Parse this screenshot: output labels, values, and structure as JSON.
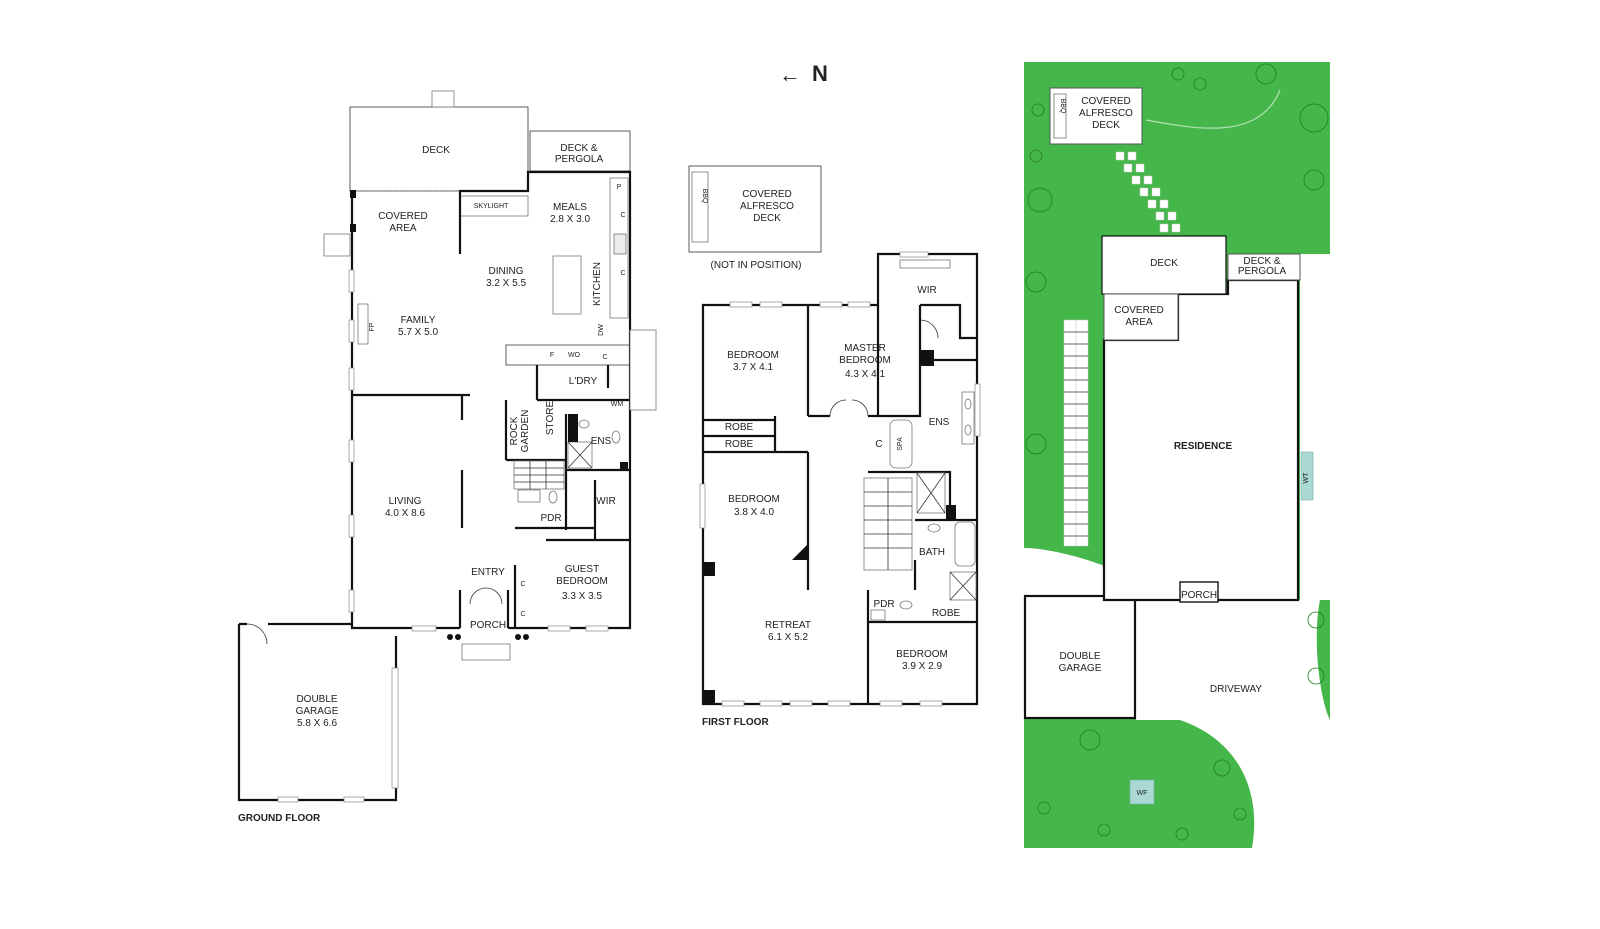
{
  "compass": {
    "arrow": "←",
    "label": "N"
  },
  "ground_floor": {
    "label": "GROUND FLOOR",
    "rooms": {
      "deck": {
        "name": "DECK"
      },
      "deck_pergola": {
        "name": "DECK &",
        "name2": "PERGOLA"
      },
      "skylight": {
        "name": "SKYLIGHT"
      },
      "covered_area": {
        "name": "COVERED",
        "name2": "AREA"
      },
      "meals": {
        "name": "MEALS",
        "dims": "2.8 X 3.0"
      },
      "dining": {
        "name": "DINING",
        "dims": "3.2 X 5.5"
      },
      "kitchen": {
        "name": "KITCHEN"
      },
      "family": {
        "name": "FAMILY",
        "dims": "5.7 X 5.0"
      },
      "fp": {
        "name": "FP"
      },
      "laundry": {
        "name": "L'DRY"
      },
      "wm": {
        "name": "WM"
      },
      "rock_garden": {
        "name": "ROCK",
        "name2": "GARDEN"
      },
      "store": {
        "name": "STORE"
      },
      "ens": {
        "name": "ENS"
      },
      "living": {
        "name": "LIVING",
        "dims": "4.0 X 8.6"
      },
      "pdr": {
        "name": "PDR"
      },
      "wir": {
        "name": "WIR"
      },
      "entry": {
        "name": "ENTRY"
      },
      "guest_bedroom": {
        "name": "GUEST",
        "name2": "BEDROOM",
        "dims": "3.3 X 3.5"
      },
      "porch": {
        "name": "PORCH"
      },
      "double_garage": {
        "name": "DOUBLE",
        "name2": "GARAGE",
        "dims": "5.8 X 6.6"
      }
    },
    "fixtures": {
      "p": "P",
      "c": "C",
      "f": "F",
      "wo": "WO",
      "dw": "DW"
    }
  },
  "first_floor": {
    "label": "FIRST FLOOR",
    "detached": {
      "name": "COVERED",
      "name2": "ALFRESCO",
      "name3": "DECK",
      "bbq": "BBQ",
      "note": "(NOT IN POSITION)"
    },
    "rooms": {
      "bedroom1": {
        "name": "BEDROOM",
        "dims": "3.7 X 4.1"
      },
      "master": {
        "name": "MASTER",
        "name2": "BEDROOM",
        "dims": "4.3 X 4.1"
      },
      "wir": {
        "name": "WIR"
      },
      "ens": {
        "name": "ENS"
      },
      "spa": {
        "name": "SPA"
      },
      "c": {
        "name": "C"
      },
      "robe1": {
        "name": "ROBE"
      },
      "robe2": {
        "name": "ROBE"
      },
      "bedroom2": {
        "name": "BEDROOM",
        "dims": "3.8 X 4.0"
      },
      "bath": {
        "name": "BATH"
      },
      "retreat": {
        "name": "RETREAT",
        "dims": "6.1 X 5.2"
      },
      "pdr": {
        "name": "PDR"
      },
      "robe3": {
        "name": "ROBE"
      },
      "bedroom3": {
        "name": "BEDROOM",
        "dims": "3.9 X 2.9"
      }
    }
  },
  "site_plan": {
    "covered_alfresco": {
      "name": "COVERED",
      "name2": "ALFRESCO",
      "name3": "DECK",
      "bbq": "BBQ"
    },
    "deck": {
      "name": "DECK"
    },
    "deck_pergola": {
      "name": "DECK &",
      "name2": "PERGOLA"
    },
    "covered_area": {
      "name": "COVERED",
      "name2": "AREA"
    },
    "residence": {
      "name": "RESIDENCE"
    },
    "wt": {
      "name": "WT"
    },
    "porch": {
      "name": "PORCH"
    },
    "double_garage": {
      "name": "DOUBLE",
      "name2": "GARAGE"
    },
    "driveway": {
      "name": "DRIVEWAY"
    },
    "wf": {
      "name": "WF"
    }
  }
}
